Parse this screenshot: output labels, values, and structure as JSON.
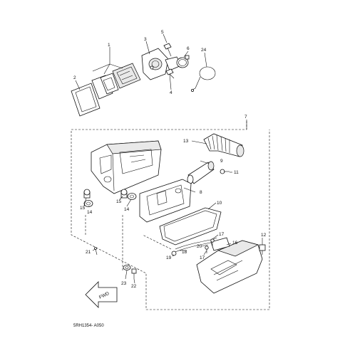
{
  "diagram": {
    "callouts": [
      "1",
      "2",
      "3",
      "4",
      "5",
      "6",
      "24",
      "7",
      "13",
      "9",
      "11",
      "8",
      "10",
      "15",
      "14",
      "15",
      "14",
      "12",
      "17",
      "16",
      "20",
      "17",
      "19",
      "18",
      "21",
      "23",
      "22"
    ],
    "direction_label": "FWD",
    "drawing_code": "5RH1354- A050"
  }
}
